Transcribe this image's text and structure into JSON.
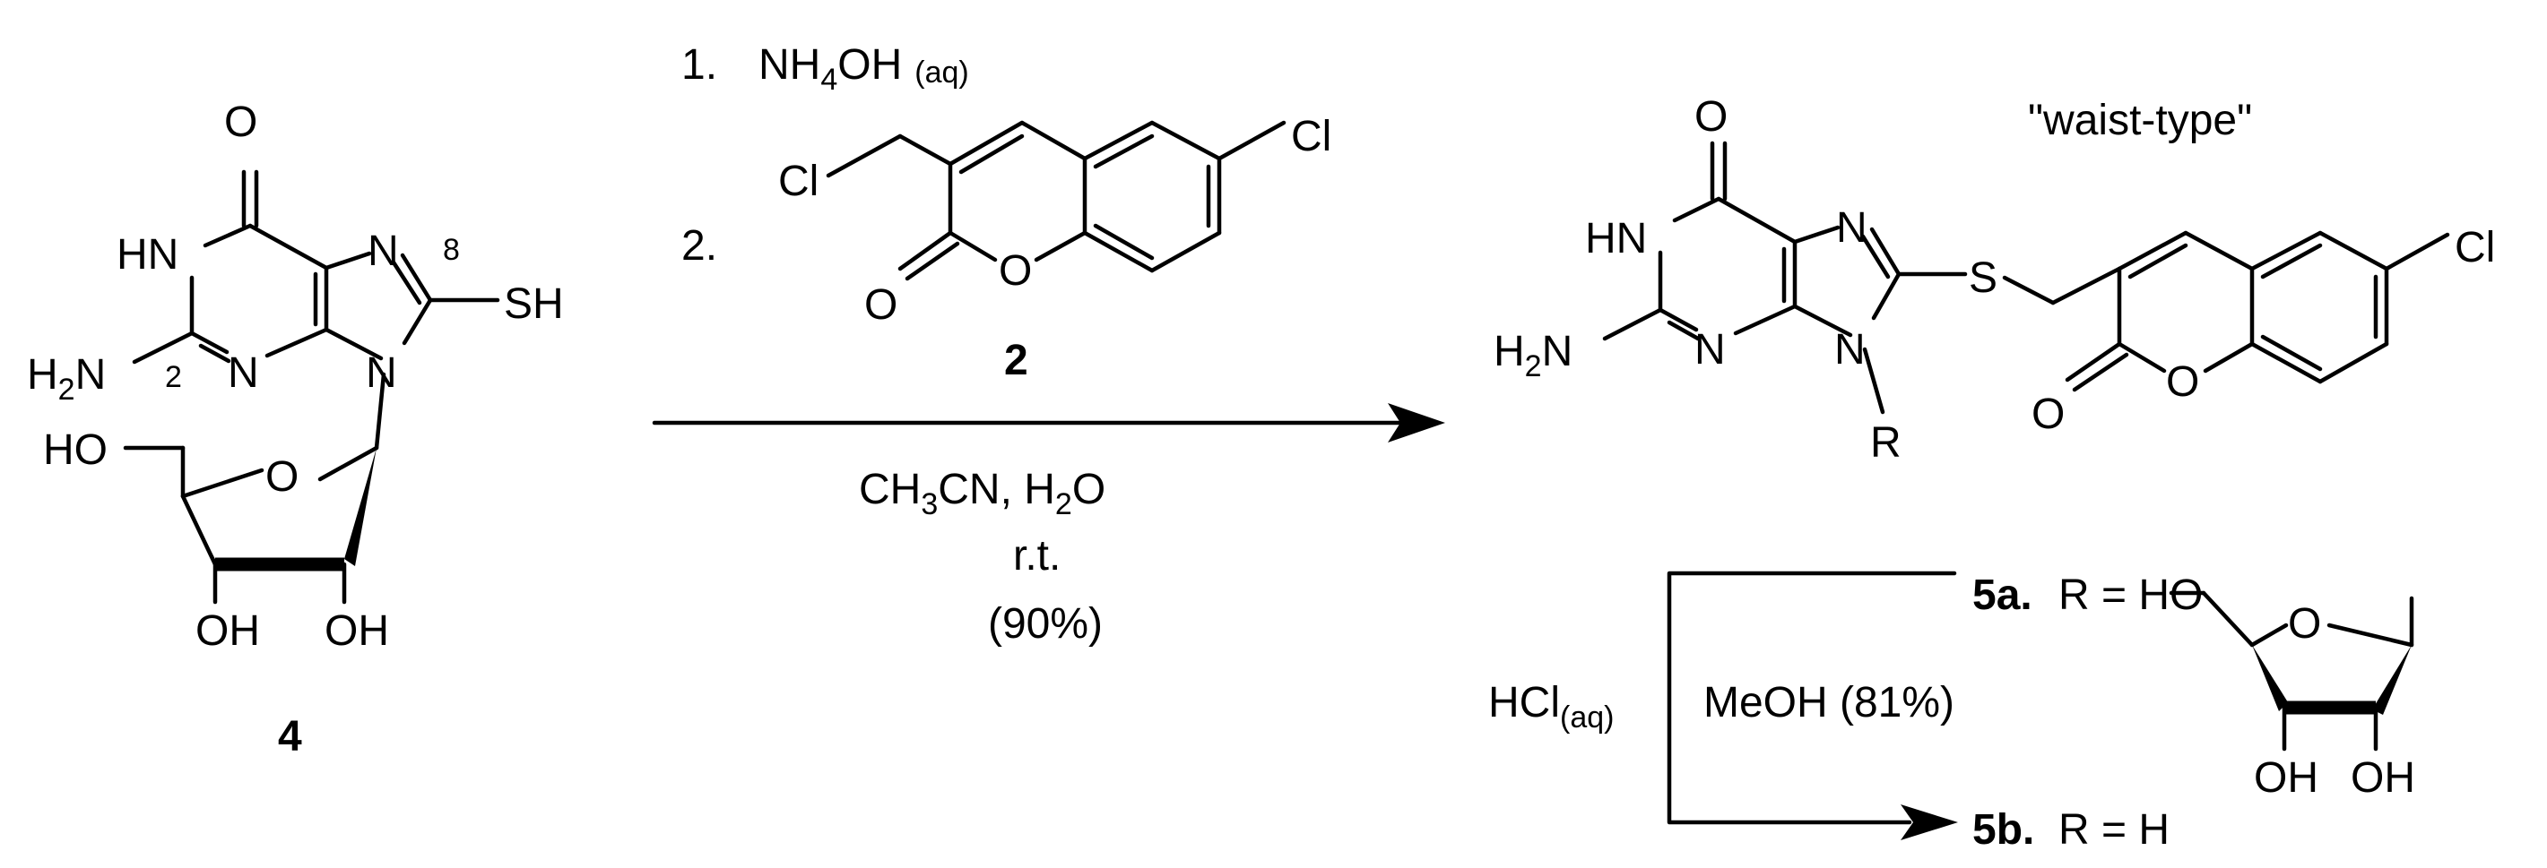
{
  "reagents": {
    "step1_num": "1.",
    "step1_base": "NH",
    "step1_sub": "4",
    "step1_tail": "OH",
    "step1_phase": "(aq)",
    "step2_num": "2."
  },
  "compound2": {
    "label": "2",
    "cl_chloromethyl": "Cl",
    "cl_ring": "Cl",
    "carbonyl_o": "O",
    "ring_o": "O"
  },
  "conditions": {
    "solvent_a": "CH",
    "solvent_a_sub": "3",
    "solvent_a_tail": "CN, H",
    "solvent_b_sub": "2",
    "solvent_b_tail": "O",
    "temperature": "r.t.",
    "yield": "(90%)"
  },
  "compound4": {
    "label": "4",
    "carbonyl_o": "O",
    "nh": "HN",
    "n_top_right": "N",
    "n_lower": "N",
    "n_glycosidic": "N",
    "sh": "SH",
    "h2n": "H",
    "h2n_sub": "2",
    "h2n_tail": "N",
    "pos2": "2",
    "pos8": "8",
    "ho_5prime": "HO",
    "ring_o": "O",
    "oh_3prime": "OH",
    "oh_2prime": "OH"
  },
  "product": {
    "type_label": "\"waist-type\"",
    "carbonyl_o": "O",
    "nh": "HN",
    "n_top_right": "N",
    "n_lower": "N",
    "n_r": "N",
    "s": "S",
    "r": "R",
    "h2n": "H",
    "h2n_sub": "2",
    "h2n_tail": "N",
    "cl": "Cl",
    "coumarin_carbonyl_o": "O",
    "coumarin_ring_o": "O"
  },
  "variants": {
    "a_label": "5a.",
    "a_definition": "R = HO",
    "b_label": "5b.",
    "b_definition": "R = H",
    "ring_o": "O",
    "oh_3prime": "OH",
    "oh_2prime": "OH"
  },
  "hydrolysis": {
    "acid": "HCl",
    "acid_phase": "(aq)",
    "solvent": "MeOH",
    "yield": "(81%)"
  }
}
